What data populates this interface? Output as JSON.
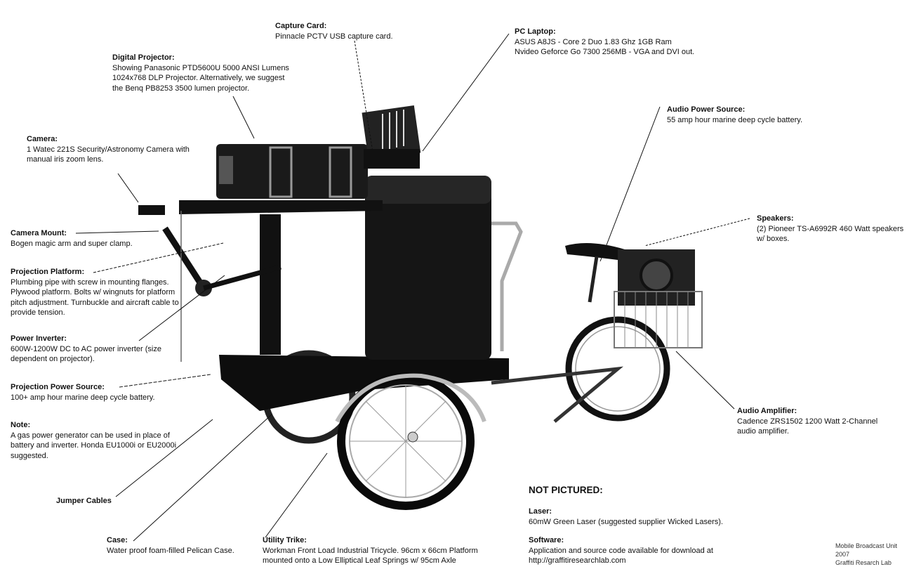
{
  "labels": {
    "capture_card": {
      "title": "Capture Card:",
      "lines": [
        "Pinnacle PCTV USB capture card."
      ]
    },
    "digital_projector": {
      "title": "Digital Projector:",
      "lines": [
        "Showing Panasonic PTD5600U 5000 ANSI Lumens",
        "1024x768 DLP Projector. Alternatively, we suggest",
        "the Benq PB8253 3500 lumen projector."
      ]
    },
    "pc_laptop": {
      "title": "PC Laptop:",
      "lines": [
        "ASUS A8JS - Core 2 Duo 1.83 Ghz 1GB Ram",
        "Nvideo Geforce Go 7300 256MB - VGA and DVI out."
      ]
    },
    "camera": {
      "title": "Camera:",
      "lines": [
        "1 Watec 221S Security/Astronomy Camera with",
        "manual iris zoom lens."
      ]
    },
    "audio_power_source": {
      "title": "Audio Power Source:",
      "lines": [
        "55 amp hour marine deep cycle battery."
      ]
    },
    "camera_mount": {
      "title": "Camera Mount:",
      "lines": [
        "Bogen magic arm and super clamp."
      ]
    },
    "speakers": {
      "title": "Speakers:",
      "lines": [
        "(2) Pioneer TS-A6992R 460 Watt speakers",
        "w/ boxes."
      ]
    },
    "projection_platform": {
      "title": "Projection Platform:",
      "lines": [
        "Plumbing pipe with screw in mounting flanges.",
        "Plywood platform. Bolts w/ wingnuts for platform",
        "pitch adjustment. Turnbuckle and aircraft cable to",
        "provide tension."
      ]
    },
    "power_inverter": {
      "title": "Power Inverter:",
      "lines": [
        "600W-1200W DC to AC power inverter (size",
        "dependent on projector)."
      ]
    },
    "projection_power_source": {
      "title": "Projection Power Source:",
      "lines": [
        "100+ amp hour marine deep cycle battery."
      ]
    },
    "note": {
      "title": "Note:",
      "lines": [
        "A gas power generator can be used in place of",
        "battery and inverter. Honda EU1000i or EU2000i",
        "suggested."
      ]
    },
    "audio_amplifier": {
      "title": "Audio Amplifier:",
      "lines": [
        "Cadence ZRS1502 1200 Watt 2-Channel",
        "audio amplifier."
      ]
    },
    "jumper_cables": {
      "title": "Jumper Cables"
    },
    "case": {
      "title": "Case:",
      "lines": [
        "Water proof foam-filled Pelican Case."
      ]
    },
    "utility_trike": {
      "title": "Utility Trike:",
      "lines": [
        "Workman Front Load Industrial Tricycle. 96cm x 66cm Platform",
        "mounted onto a Low Elliptical Leaf Springs w/ 95cm Axle"
      ]
    },
    "laser": {
      "title": "Laser:",
      "lines": [
        "60mW Green Laser (suggested supplier Wicked Lasers)."
      ]
    },
    "software": {
      "title": "Software:",
      "lines": [
        "Application and source code available for download at",
        "http://graffitiresearchlab.com"
      ]
    }
  },
  "not_pictured": "NOT PICTURED:",
  "credit": [
    "Mobile Broadcast Unit",
    "2007",
    "Graffiti Resarch Lab"
  ]
}
